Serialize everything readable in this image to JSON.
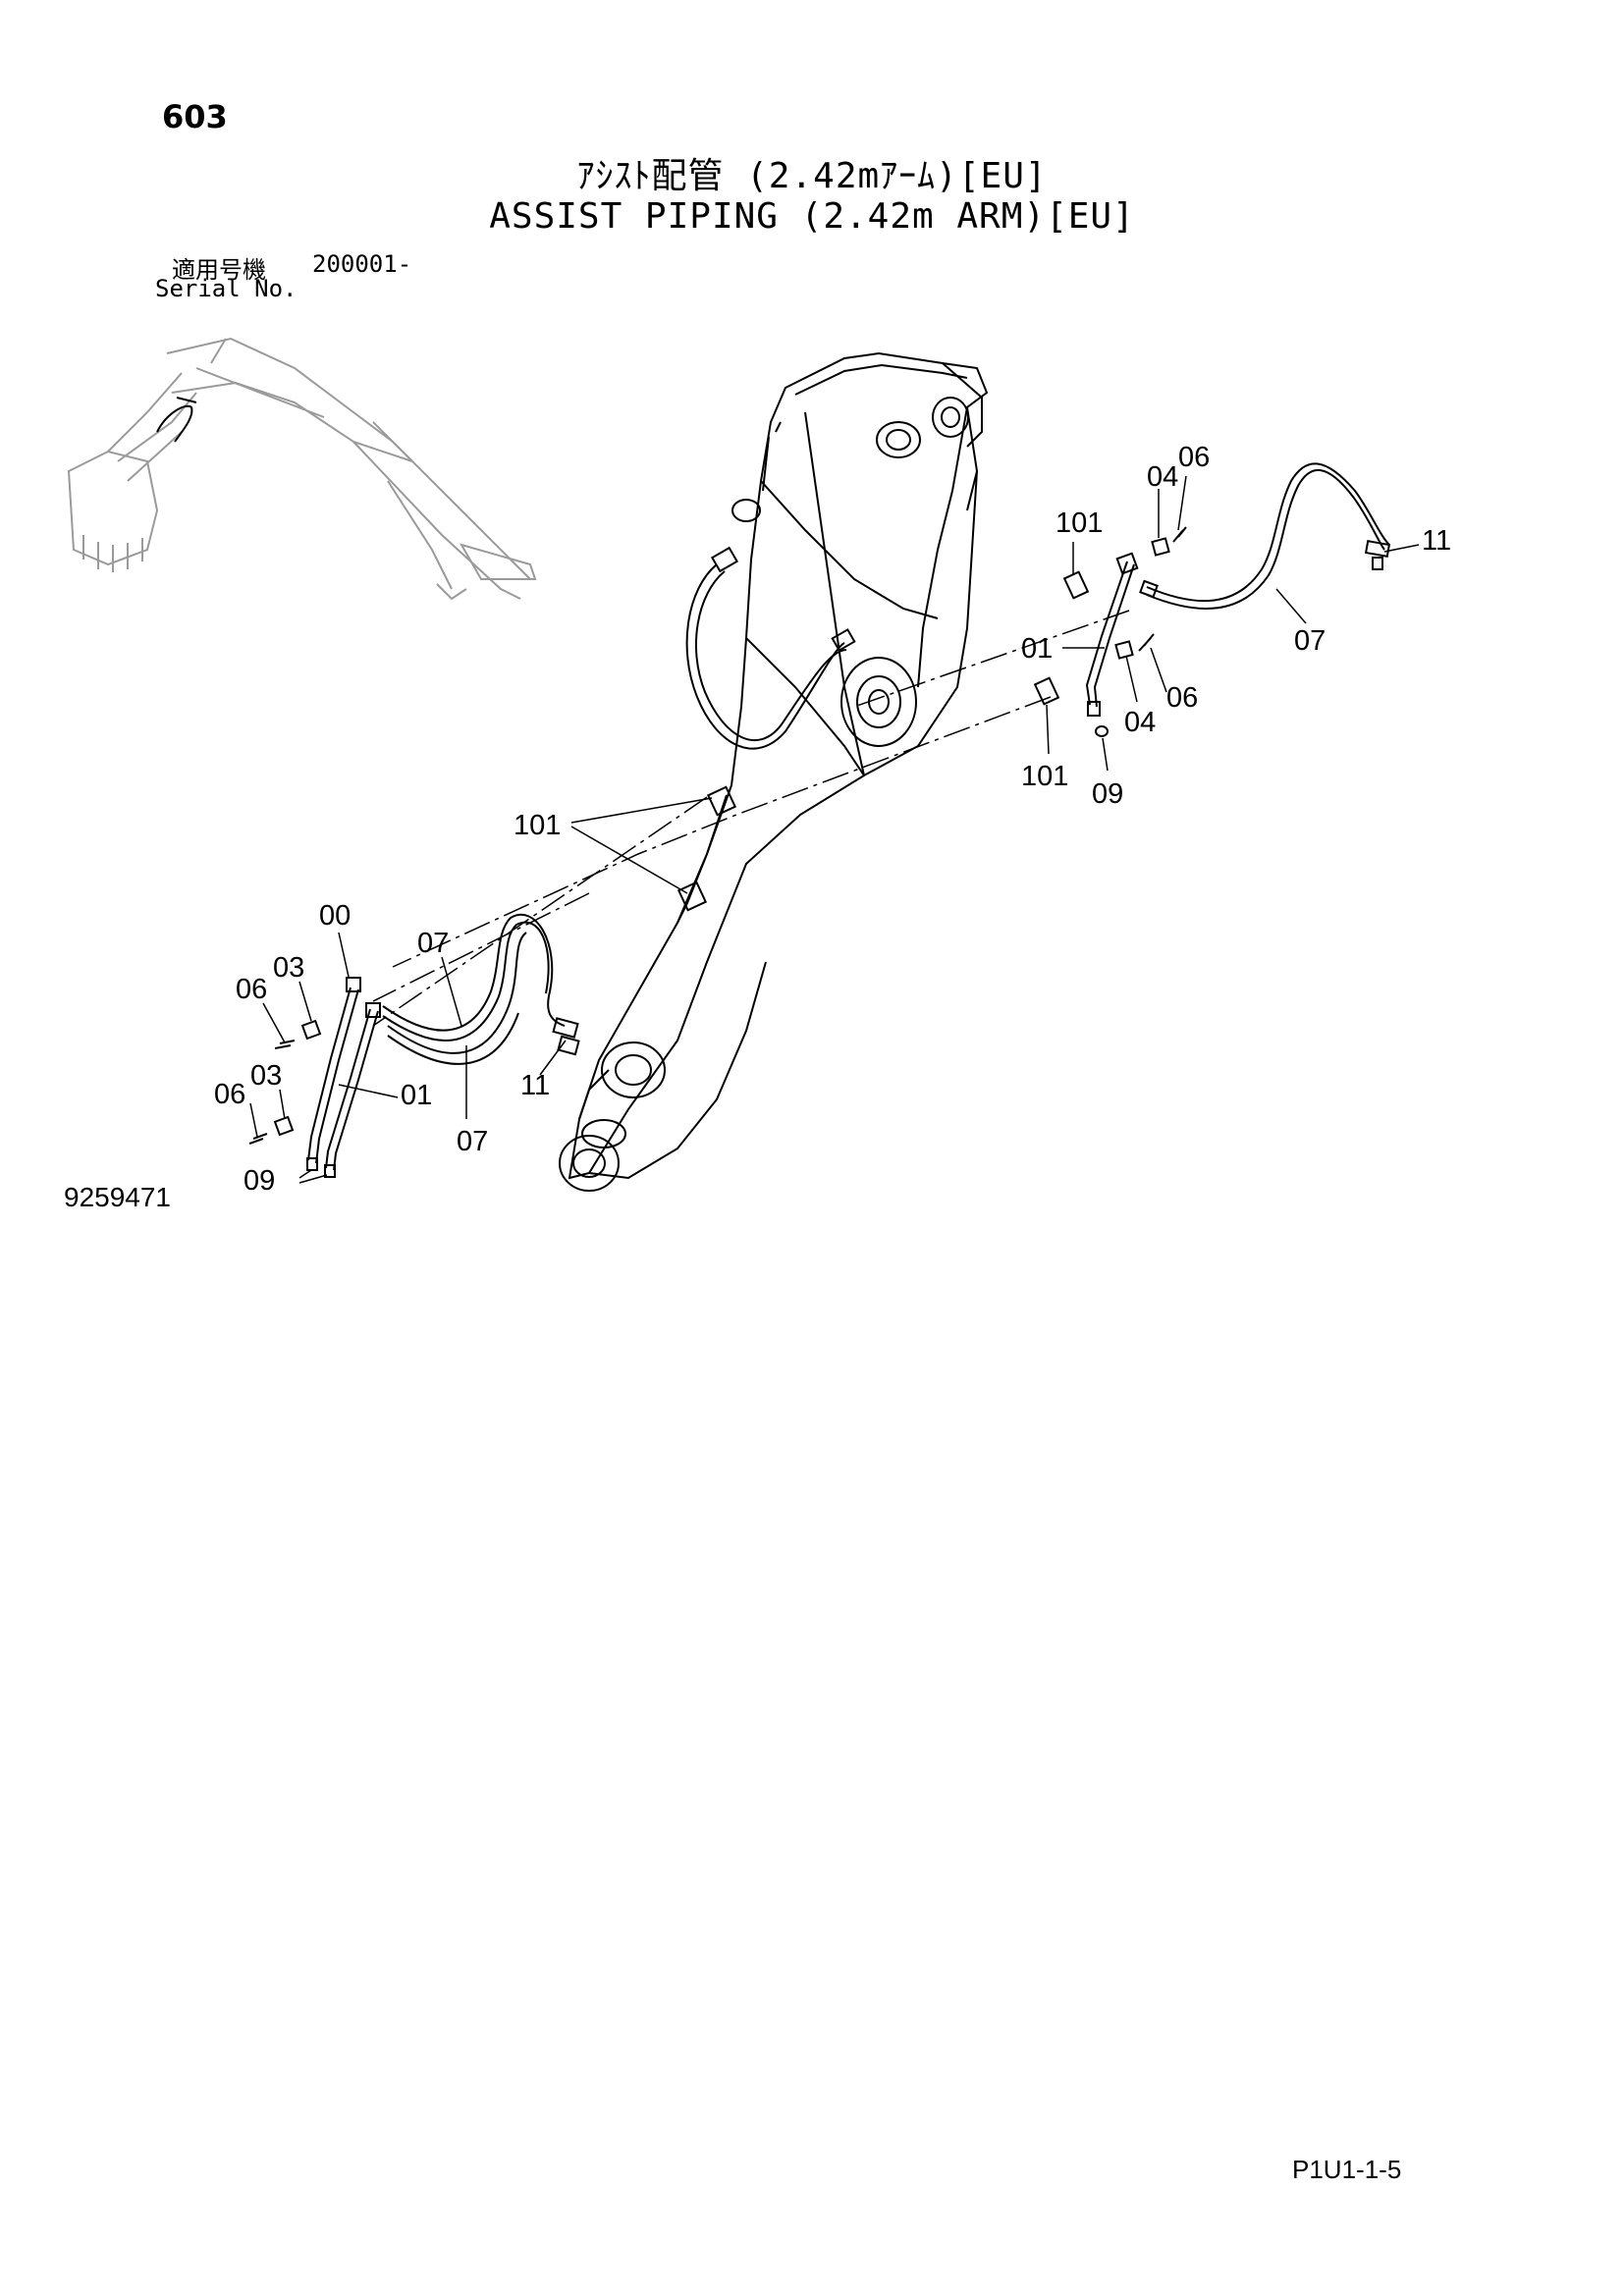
{
  "header": {
    "page_number": "603",
    "title_jp": "ｱｼｽﾄ配管 (2.42mｱｰﾑ)[EU]",
    "title_en": "ASSIST PIPING (2.42m ARM)[EU]",
    "serial_label_jp": "適用号機",
    "serial_range": "200001-",
    "serial_label_en": "Serial No."
  },
  "diagram": {
    "callouts": {
      "c06_top": "06",
      "c04_top": "04",
      "c101_top": "101",
      "c11_right": "11",
      "c07_right": "07",
      "c01_right": "01",
      "c06_mid": "06",
      "c04_mid": "04",
      "c101_mid": "101",
      "c09_right": "09",
      "c101_center": "101",
      "c00_left": "00",
      "c07_left_top": "07",
      "c03_top": "03",
      "c06_left_top": "06",
      "c03_bottom": "03",
      "c06_left_bottom": "06",
      "c01_left": "01",
      "c11_left": "11",
      "c07_left_bottom": "07",
      "c09_left": "09"
    }
  },
  "footer": {
    "drawing_number": "9259471",
    "page_code": "P1U1-1-5"
  }
}
